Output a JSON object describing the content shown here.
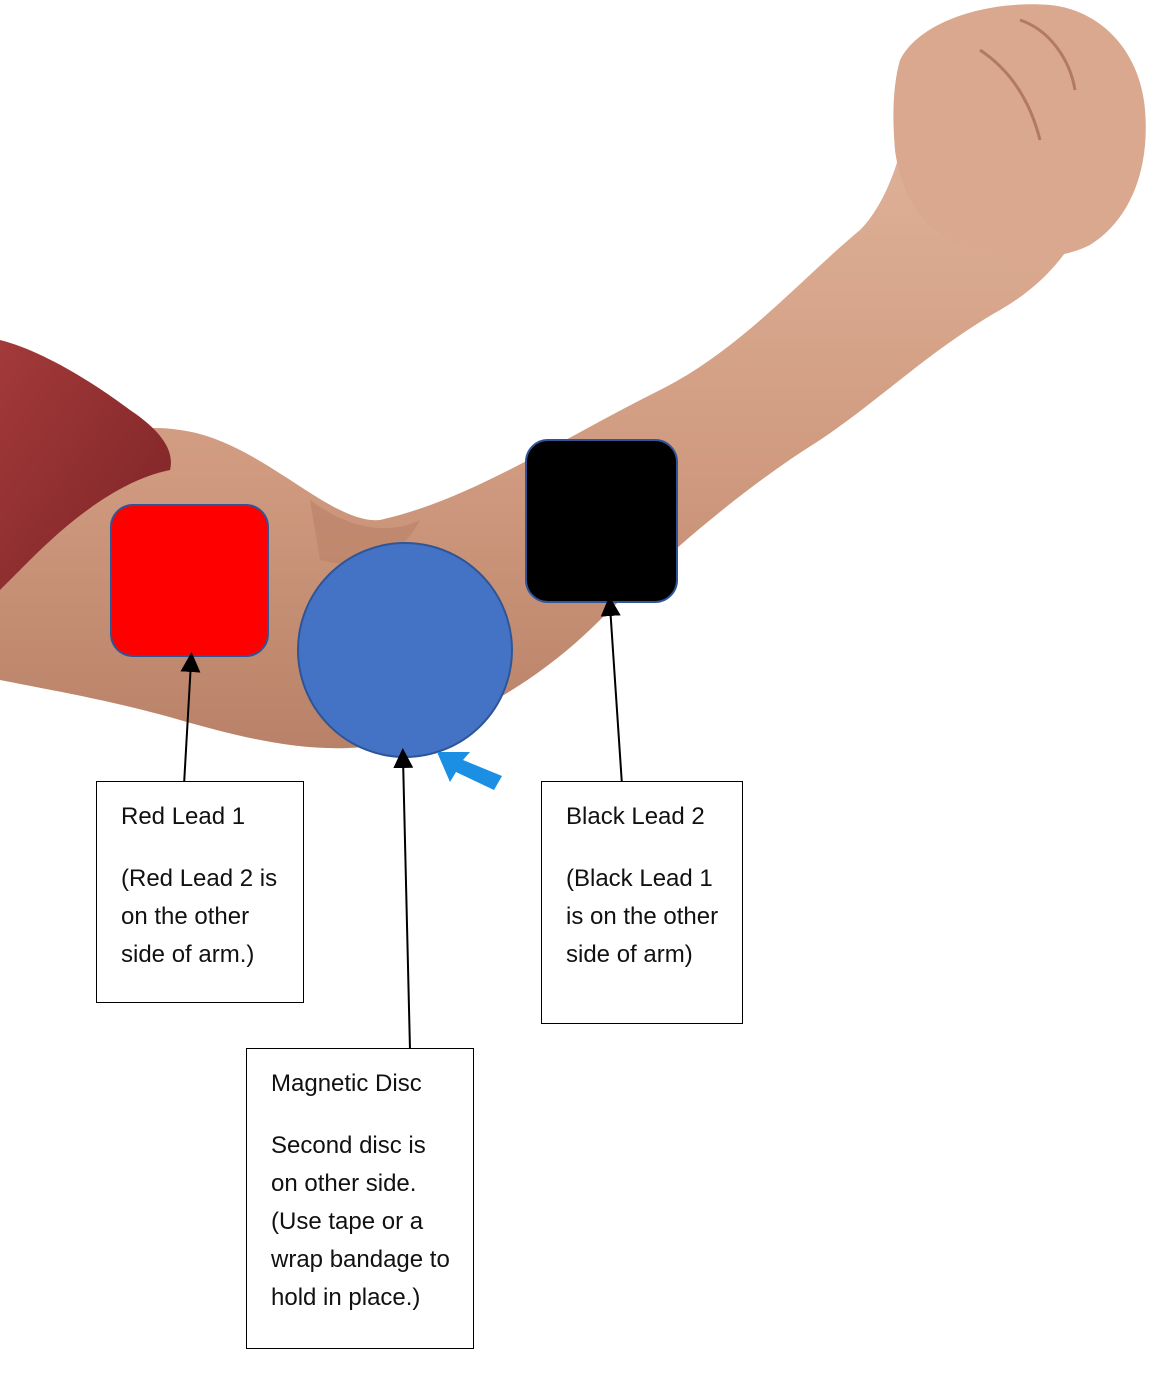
{
  "colors": {
    "red_pad": "#ff0000",
    "black_pad": "#000000",
    "disc": "#4472c4",
    "pad_border": "#2f5597",
    "blue_arrow": "#1a8fe3",
    "skin": "#d4a285",
    "skin_shadow": "#b9836a",
    "sleeve": "#8e2b2e"
  },
  "icons": {
    "blue_arrow": "arrow-pointing-up-left-icon"
  },
  "callouts": {
    "red_lead": {
      "title": "Red Lead 1",
      "body": "(Red Lead 2 is on the other side of arm.)"
    },
    "black_lead": {
      "title": "Black Lead 2",
      "body": "(Black Lead 1 is on the other side of arm)"
    },
    "magnetic_disc": {
      "title": "Magnetic Disc",
      "body": "Second disc is on other side. (Use tape or a wrap bandage to hold in place.)"
    }
  }
}
